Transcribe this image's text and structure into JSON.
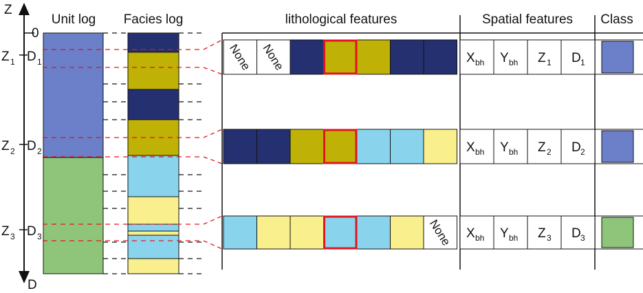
{
  "colors": {
    "unit1": "#6b80c8",
    "unit2": "#8fc57a",
    "navy": "#253070",
    "olive": "#bfb105",
    "lightblue": "#89d4ec",
    "lightyellow": "#f9ef8c",
    "highlight": "#e0141e",
    "dash_red": "#e0141e",
    "dash_black": "#111111"
  },
  "axis": {
    "top_label": "Z",
    "bottom_label": "D",
    "zero_label": "0",
    "markers": [
      {
        "z": "Z",
        "z_sub": "1",
        "d": "D",
        "d_sub": "1"
      },
      {
        "z": "Z",
        "z_sub": "2",
        "d": "D",
        "d_sub": "2"
      },
      {
        "z": "Z",
        "z_sub": "3",
        "d": "D",
        "d_sub": "3"
      }
    ]
  },
  "headers": {
    "unit_log": "Unit log",
    "facies_log": "Facies log",
    "litho": "lithological features",
    "spatial": "Spatial features",
    "class": "Class"
  },
  "unit_log": [
    "unit1",
    "unit2"
  ],
  "facies_log": [
    "navy",
    "olive",
    "navy",
    "olive",
    "lightblue",
    "lightyellow",
    "lightblue",
    "lightyellow",
    "lightblue",
    "lightyellow"
  ],
  "rows": [
    {
      "litho": [
        "none",
        "none",
        "navy",
        "olive",
        "olive",
        "navy",
        "navy"
      ],
      "none_label": "None",
      "spatial": [
        {
          "main": "X",
          "sub": "bh"
        },
        {
          "main": "Y",
          "sub": "bh"
        },
        {
          "main": "Z",
          "sub": "1"
        },
        {
          "main": "D",
          "sub": "1"
        }
      ],
      "class": "unit1"
    },
    {
      "litho": [
        "navy",
        "navy",
        "olive",
        "olive",
        "lightblue",
        "lightblue",
        "lightyellow"
      ],
      "none_label": "None",
      "spatial": [
        {
          "main": "X",
          "sub": "bh"
        },
        {
          "main": "Y",
          "sub": "bh"
        },
        {
          "main": "Z",
          "sub": "2"
        },
        {
          "main": "D",
          "sub": "2"
        }
      ],
      "class": "unit1"
    },
    {
      "litho": [
        "lightblue",
        "lightyellow",
        "lightyellow",
        "lightblue",
        "lightblue",
        "lightyellow",
        "none"
      ],
      "none_label": "None",
      "spatial": [
        {
          "main": "X",
          "sub": "bh"
        },
        {
          "main": "Y",
          "sub": "bh"
        },
        {
          "main": "Z",
          "sub": "3"
        },
        {
          "main": "D",
          "sub": "3"
        }
      ],
      "class": "unit2"
    }
  ]
}
